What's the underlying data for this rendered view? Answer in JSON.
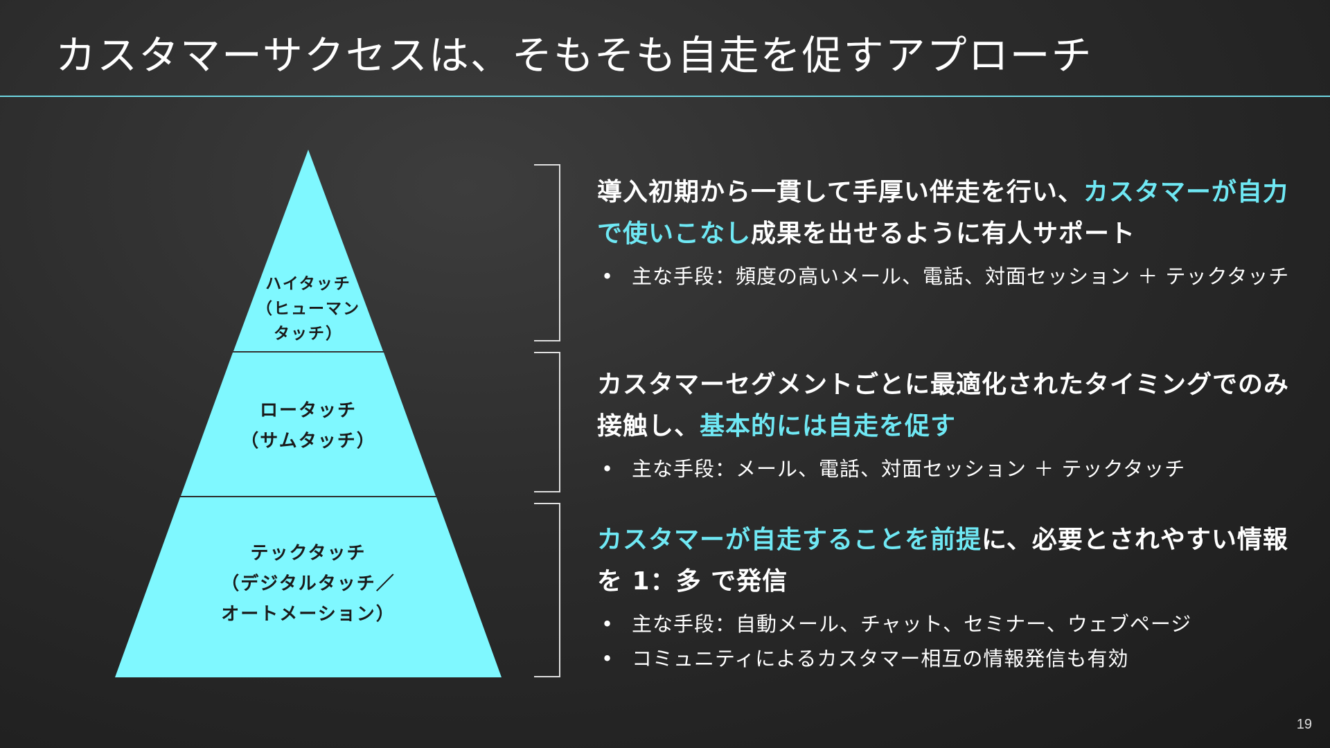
{
  "slide": {
    "title": "カスタマーサクセスは、そもそも自走を促すアプローチ",
    "page_number": "19"
  },
  "colors": {
    "accent": "#6fe8f4",
    "pyramid_fill": "#7ff8ff",
    "rule": "#6fd8e3",
    "background": "#2b2b2b"
  },
  "pyramid": {
    "tiers": [
      {
        "lines": [
          "ハイタッチ",
          "（ヒューマン",
          "タッチ）"
        ]
      },
      {
        "lines": [
          "ロータッチ",
          "（サムタッチ）"
        ]
      },
      {
        "lines": [
          "テックタッチ",
          "（デジタルタッチ／",
          "オートメーション）"
        ]
      }
    ]
  },
  "blocks": [
    {
      "headline": {
        "part1": "導入初期から一貫して手厚い伴走を行い、",
        "part2_accent": "カスタマーが自力で使いこなし",
        "part3": "成果を出せるように有人サポート"
      },
      "bullets": [
        "主な手段：頻度の高いメール、電話、対面セッション ＋ テックタッチ"
      ]
    },
    {
      "headline": {
        "part1": "カスタマーセグメントごとに最適化されたタイミングでのみ接触し、",
        "part2_accent": "基本的には自走を促す",
        "part3": ""
      },
      "bullets": [
        "主な手段：メール、電話、対面セッション ＋ テックタッチ"
      ]
    },
    {
      "headline": {
        "part1": "",
        "part2_accent": "カスタマーが自走することを前提",
        "part3": "に、必要とされやすい情報を 1：多 で発信"
      },
      "bullets": [
        "主な手段：自動メール、チャット、セミナー、ウェブページ",
        "コミュニティによるカスタマー相互の情報発信も有効"
      ]
    }
  ],
  "bullet_symbol": "•"
}
